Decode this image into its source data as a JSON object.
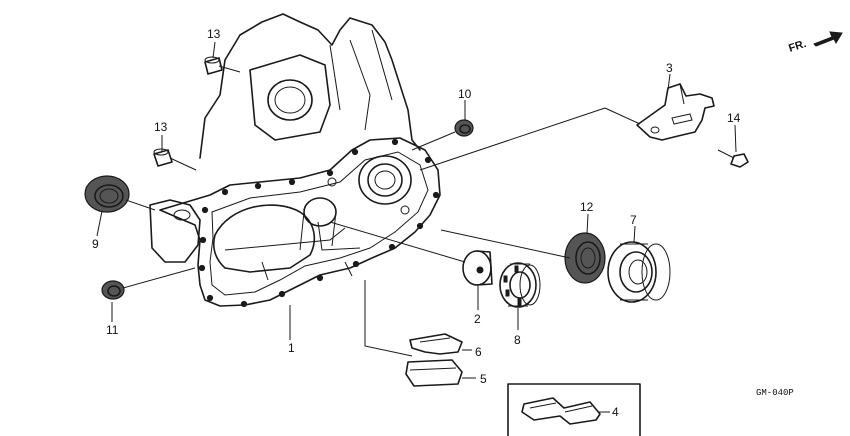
{
  "direction_marker": {
    "text": "FR."
  },
  "diagram_code": "GM-040P",
  "callouts": {
    "c1": "1",
    "c2": "2",
    "c3": "3",
    "c4": "4",
    "c5": "5",
    "c6": "6",
    "c7": "7",
    "c8": "8",
    "c9": "9",
    "c10": "10",
    "c11": "11",
    "c12": "12",
    "c13a": "13",
    "c13b": "13",
    "c14": "14"
  }
}
